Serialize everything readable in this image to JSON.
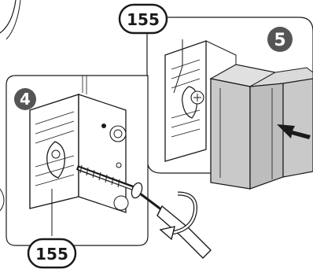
{
  "steps": {
    "step4": {
      "number": "4",
      "part_label": "155"
    },
    "step5": {
      "number": "5",
      "part_label": "155"
    }
  },
  "colors": {
    "line": "#1a1a1a",
    "badge": "#555555",
    "corner_fill": "#c9c9c9",
    "panel": "#ffffff"
  },
  "icons": [
    "screw-icon",
    "screwdriver-icon",
    "rotation-arrow-icon",
    "push-arrow-icon",
    "bracket-icon",
    "corner-piece-icon"
  ]
}
